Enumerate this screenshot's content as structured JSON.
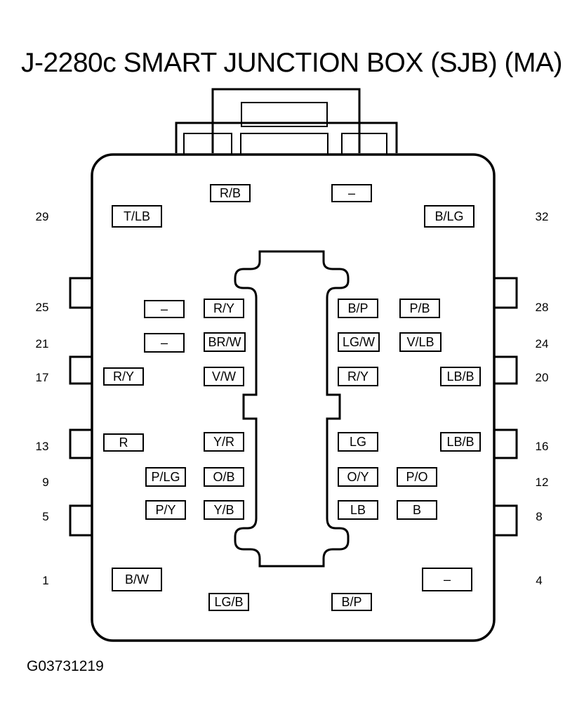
{
  "title": "J-2280c SMART JUNCTION BOX (SJB) (MA)",
  "figure_id": "G03731219",
  "pin_numbers": {
    "n29": "29",
    "n32": "32",
    "n25": "25",
    "n28": "28",
    "n21": "21",
    "n24": "24",
    "n17": "17",
    "n20": "20",
    "n13": "13",
    "n16": "16",
    "n9": "9",
    "n12": "12",
    "n5": "5",
    "n8": "8",
    "n1": "1",
    "n4": "4"
  },
  "wire_colors": {
    "top_left": "R/B",
    "top_right": "–",
    "row29_left": "T/LB",
    "row32_right": "B/LG",
    "r25_a": "–",
    "r25_b": "R/Y",
    "r25_c": "B/P",
    "r25_d": "P/B",
    "r21_a": "–",
    "r21_b": "BR/W",
    "r21_c": "LG/W",
    "r21_d": "V/LB",
    "r17_a": "R/Y",
    "r17_b": "V/W",
    "r17_c": "R/Y",
    "r17_d": "LB/B",
    "r13_a": "R",
    "r13_b": "Y/R",
    "r13_c": "LG",
    "r13_d": "LB/B",
    "r9_a": "P/LG",
    "r9_b": "O/B",
    "r9_c": "O/Y",
    "r9_d": "P/O",
    "r5_a": "P/Y",
    "r5_b": "Y/B",
    "r5_c": "LB",
    "r5_d": "B",
    "row1_left": "B/W",
    "row4_right": "–",
    "bottom_left": "LG/B",
    "bottom_right": "B/P"
  }
}
